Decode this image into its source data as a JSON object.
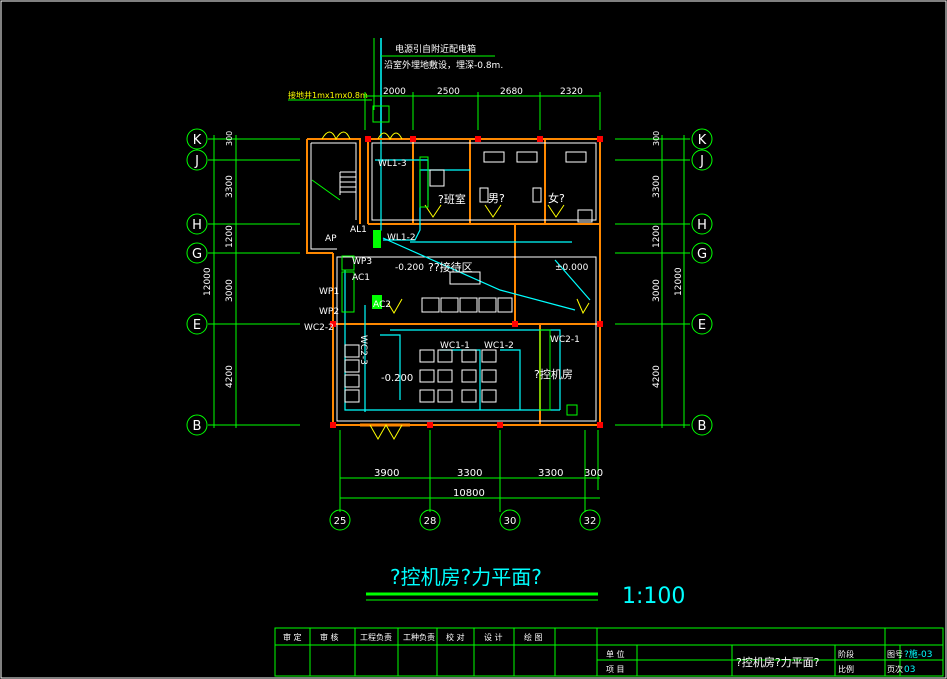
{
  "title": {
    "main": "?控机房?力平面?",
    "scale": "1:100"
  },
  "notes": {
    "cable_line1": "电源引自附近配电箱",
    "cable_line2": "沿室外埋地敷设，埋深-0.8m.",
    "pit_label": "接地井1mx1mx0.8m"
  },
  "axes": {
    "rows": [
      "K",
      "J",
      "H",
      "G",
      "E",
      "B"
    ],
    "cols": [
      "25",
      "28",
      "30",
      "32"
    ]
  },
  "dims": {
    "top": [
      "2000",
      "2500",
      "2680",
      "2320"
    ],
    "left": [
      "300",
      "3300",
      "1200",
      "3000",
      "4200"
    ],
    "left_total": "12000",
    "right": [
      "300",
      "3300",
      "1200",
      "3000",
      "4200"
    ],
    "right_total": "12000",
    "bottom": [
      "3900",
      "3300",
      "3300",
      "300"
    ],
    "bottom_total": "10800"
  },
  "rooms": {
    "duty": "?班室",
    "male": "男?",
    "female": "女?",
    "lobby": "??接待区",
    "machine": "?控机房",
    "level1": "±0.000",
    "level2": "-0.200",
    "level3": "-0.200"
  },
  "circuits": {
    "wl1_3": "WL1-3",
    "wl1_2": "WL1-2",
    "al1": "AL1",
    "ap": "AP",
    "wp3": "WP3",
    "ac1": "AC1",
    "wp1": "WP1",
    "wp2": "WP2",
    "ac2": "AC2",
    "wc2_2": "WC2-2",
    "wc1_1": "WC1-1",
    "wc1_2": "WC1-2",
    "wc2_3": "WC2-3",
    "wc2_1": "WC2-1"
  },
  "titleblock": {
    "header": [
      "审 定",
      "审 核",
      "工程负责",
      "工种负责",
      "校 对",
      "设 计",
      "绘 图"
    ],
    "unit_label": "单 位",
    "project_label": "项 目",
    "drawing_name": "?控机房?力平面?",
    "stage_label": "阶段",
    "date_label": "比例",
    "sheet_label": "图号",
    "sheet_value": "?施-03",
    "ver_label": "页次",
    "ver_value": "03"
  },
  "colors": {
    "grid": "#00ff00",
    "wall": "#ff8800",
    "cable": "#00ffff",
    "column": "#ff0000",
    "text": "#ffffff",
    "background": "#000000"
  }
}
